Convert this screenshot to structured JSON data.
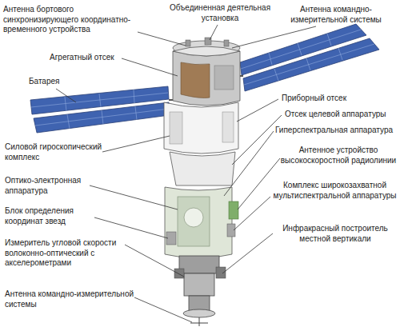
{
  "diagram": {
    "labels": [
      "Антенна бортового синхронизирующего координатно-временного устройства",
      "Объединенная деятельная установка",
      "Антенна командно-измерительной системы",
      "Агрегатный отсек",
      "Батарея",
      "Приборный отсек",
      "Отсек целевой аппаратуры",
      "Гиперспектральная аппаратура",
      "Силовой гироскопический комплекс",
      "Антенное устройство высокоскоростной радиолинии",
      "Оптико-электронная аппаратура",
      "Комплекс широкозахватной мультиспектральной аппаратуры",
      "Блок определения координат звезд",
      "Инфракрасный построитель местной вертикали",
      "Измеритель угловой скорости волоконно-оптический с акселерометрами",
      "Антенна командно-измерительной системы"
    ]
  }
}
